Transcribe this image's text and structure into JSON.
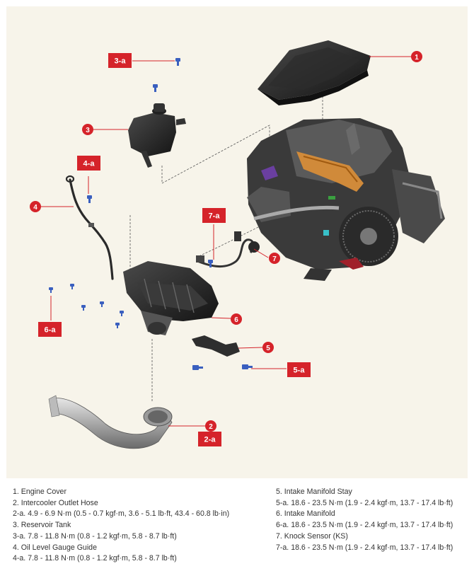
{
  "callouts": {
    "c1": "1",
    "c2": "2",
    "c2a": "2-a",
    "c3": "3",
    "c3a": "3-a",
    "c4": "4",
    "c4a": "4-a",
    "c5": "5",
    "c5a": "5-a",
    "c6": "6",
    "c6a": "6-a",
    "c7": "7",
    "c7a": "7-a"
  },
  "legend": {
    "left": [
      "1. Engine Cover",
      "2. Intercooler Outlet Hose",
      "2-a. 4.9 - 6.9 N·m (0.5 - 0.7 kgf·m, 3.6 - 5.1 lb·ft, 43.4 - 60.8 lb·in)",
      "3. Reservoir Tank",
      "3-a. 7.8 - 11.8 N·m (0.8 - 1.2 kgf·m, 5.8 - 8.7 lb·ft)",
      "4. Oil Level Gauge Guide",
      "4-a. 7.8 - 11.8 N·m (0.8 - 1.2 kgf·m, 5.8 - 8.7 lb·ft)"
    ],
    "right": [
      "5. Intake Manifold Stay",
      "5-a. 18.6 - 23.5 N·m (1.9 - 2.4 kgf·m, 13.7 - 17.4 lb·ft)",
      "6. Intake Manifold",
      "6-a. 18.6 - 23.5 N·m (1.9 - 2.4 kgf·m, 13.7 - 17.4 lb·ft)",
      "7. Knock Sensor (KS)",
      "7-a. 18.6 - 23.5 N·m (1.9 - 2.4 kgf·m, 13.7 - 17.4 lb·ft)"
    ]
  },
  "colors": {
    "callout_red": "#d5232a",
    "background": "#f7f4ea",
    "part_gray": "#8a8a8a",
    "bolt_blue": "#3a5fbf"
  }
}
